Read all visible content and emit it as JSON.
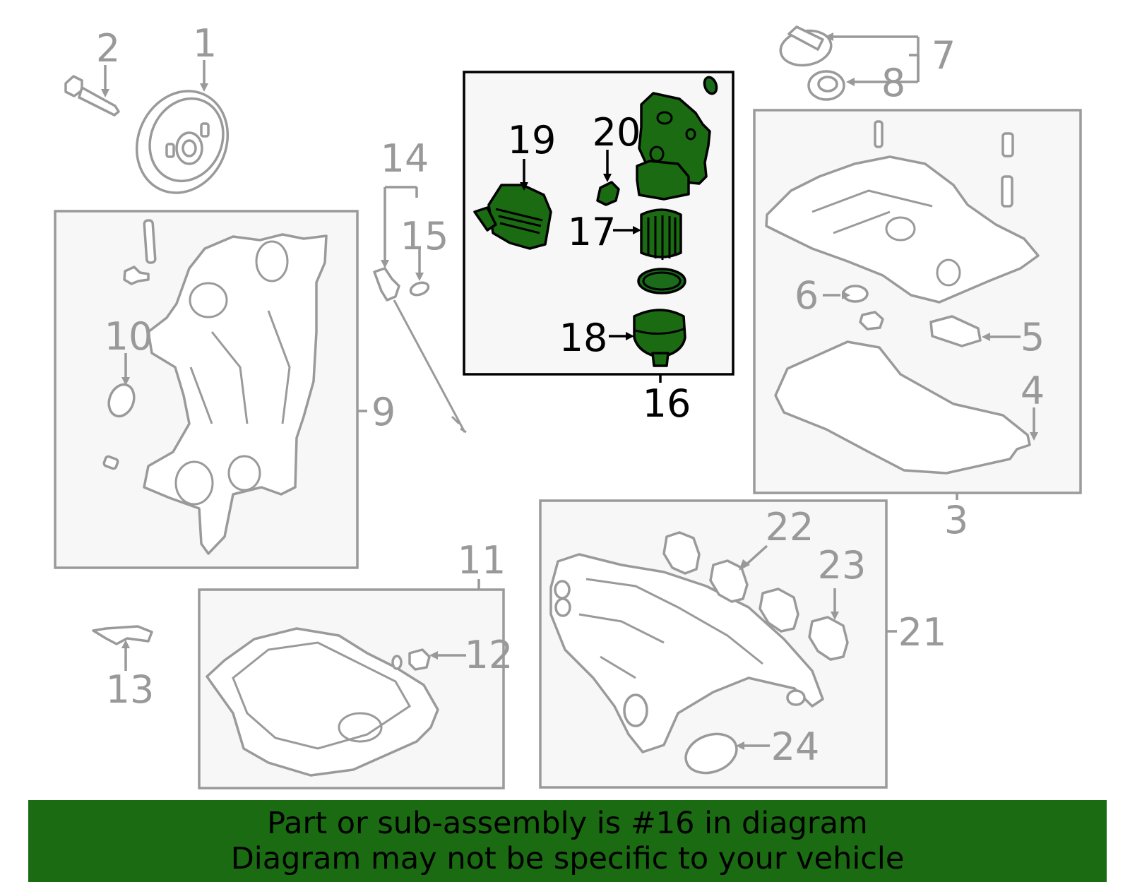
{
  "diagram": {
    "highlight_color": "#1a6b12",
    "part_color": "#999999",
    "callouts": {
      "c1": "1",
      "c2": "2",
      "c3": "3",
      "c4": "4",
      "c5": "5",
      "c6": "6",
      "c7": "7",
      "c8": "8",
      "c9": "9",
      "c10": "10",
      "c11": "11",
      "c12": "12",
      "c13": "13",
      "c14": "14",
      "c15": "15",
      "c16": "16",
      "c17": "17",
      "c18": "18",
      "c19": "19",
      "c20": "20",
      "c21": "21",
      "c22": "22",
      "c23": "23",
      "c24": "24"
    },
    "highlighted_callouts": [
      "16",
      "17",
      "18",
      "19",
      "20"
    ]
  },
  "banner": {
    "line1": "Part or sub-assembly is #16 in diagram",
    "line2": "Diagram may not be specific to your vehicle"
  }
}
